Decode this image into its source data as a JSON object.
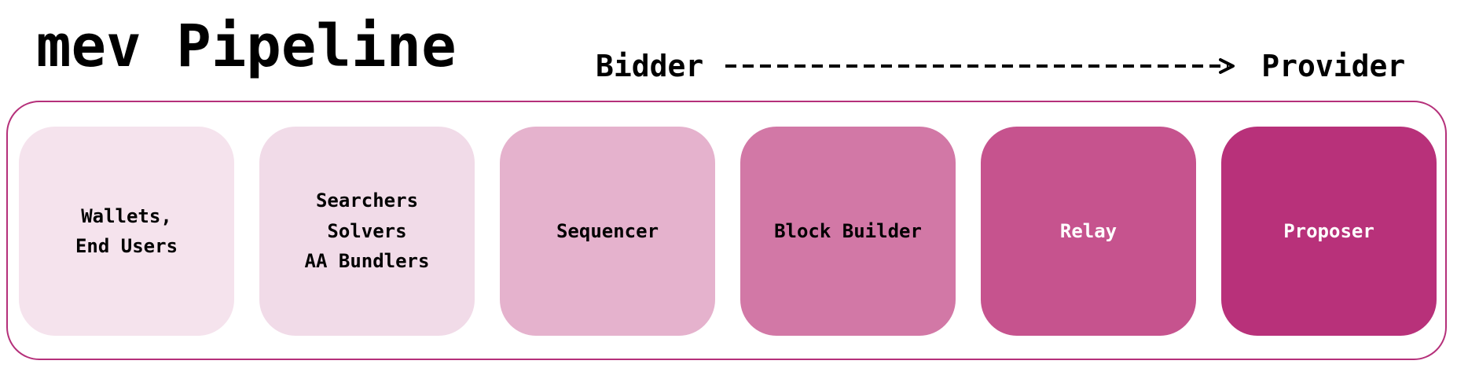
{
  "title": "mev Pipeline",
  "flow": {
    "start_label": "Bidder",
    "end_label": "Provider"
  },
  "stages": [
    {
      "label": "Wallets,\nEnd Users",
      "color": "#f5e3ed",
      "text_color": "#000000"
    },
    {
      "label": "Searchers\nSolvers\nAA Bundlers",
      "color": "#f1dbe8",
      "text_color": "#000000"
    },
    {
      "label": "Sequencer",
      "color": "#e5b2cd",
      "text_color": "#000000"
    },
    {
      "label": "Block Builder",
      "color": "#d278a6",
      "text_color": "#000000"
    },
    {
      "label": "Relay",
      "color": "#c6538e",
      "text_color": "#ffffff"
    },
    {
      "label": "Proposer",
      "color": "#b8317a",
      "text_color": "#ffffff"
    }
  ],
  "colors": {
    "border": "#b5307a"
  }
}
